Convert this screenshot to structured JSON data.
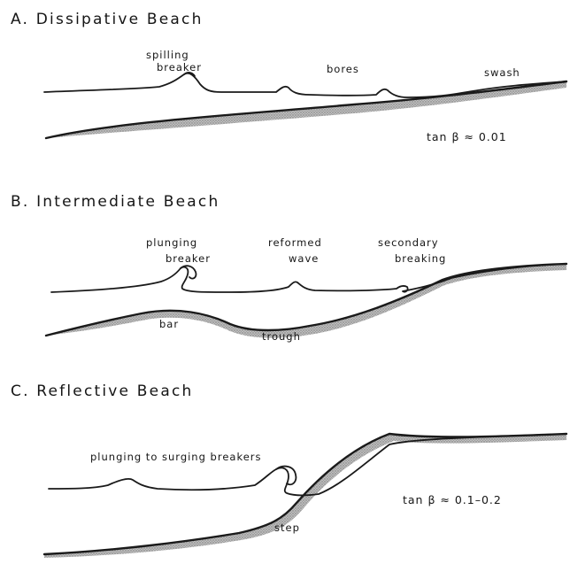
{
  "panels": [
    {
      "title": "A.  Dissipative Beach",
      "labels": {
        "spilling": "spilling",
        "breaker": "breaker",
        "bores": "bores",
        "swash": "swash",
        "slope": "tan β ≈ 0.01"
      }
    },
    {
      "title": "B.  Intermediate Beach",
      "labels": {
        "plunging": "plunging",
        "breaker": "breaker",
        "reformed": "reformed",
        "wave": "wave",
        "secondary": "secondary",
        "breaking": "breaking",
        "bar": "bar",
        "trough": "trough"
      }
    },
    {
      "title": "C.  Reflective Beach",
      "labels": {
        "breakers": "plunging to surging breakers",
        "slope": "tan β ≈ 0.1–0.2",
        "step": "step"
      }
    }
  ]
}
